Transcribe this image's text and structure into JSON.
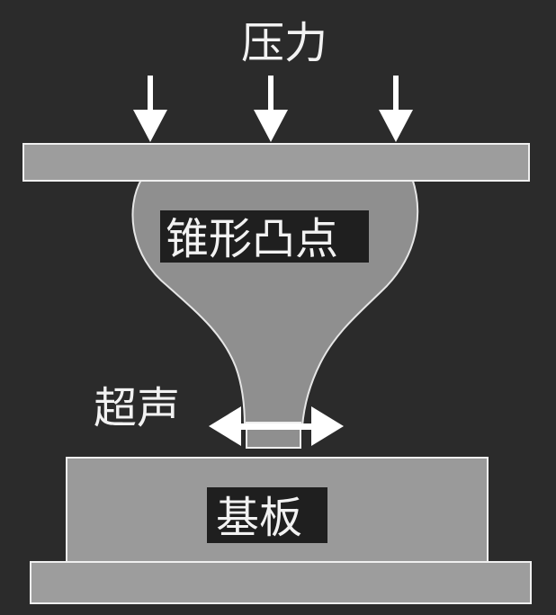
{
  "labels": {
    "pressure": "压力",
    "bump": "锥形凸点",
    "ultrasonic": "超声",
    "substrate": "基板"
  },
  "colors": {
    "background": "#2b2b2b",
    "plate_fill": "#9d9d9d",
    "plate_stroke": "#efefef",
    "bump_fill": "#8f8f8f",
    "label_box": "#1f1f1f",
    "label_text": "#f2f2f2",
    "arrow": "#ffffff"
  }
}
